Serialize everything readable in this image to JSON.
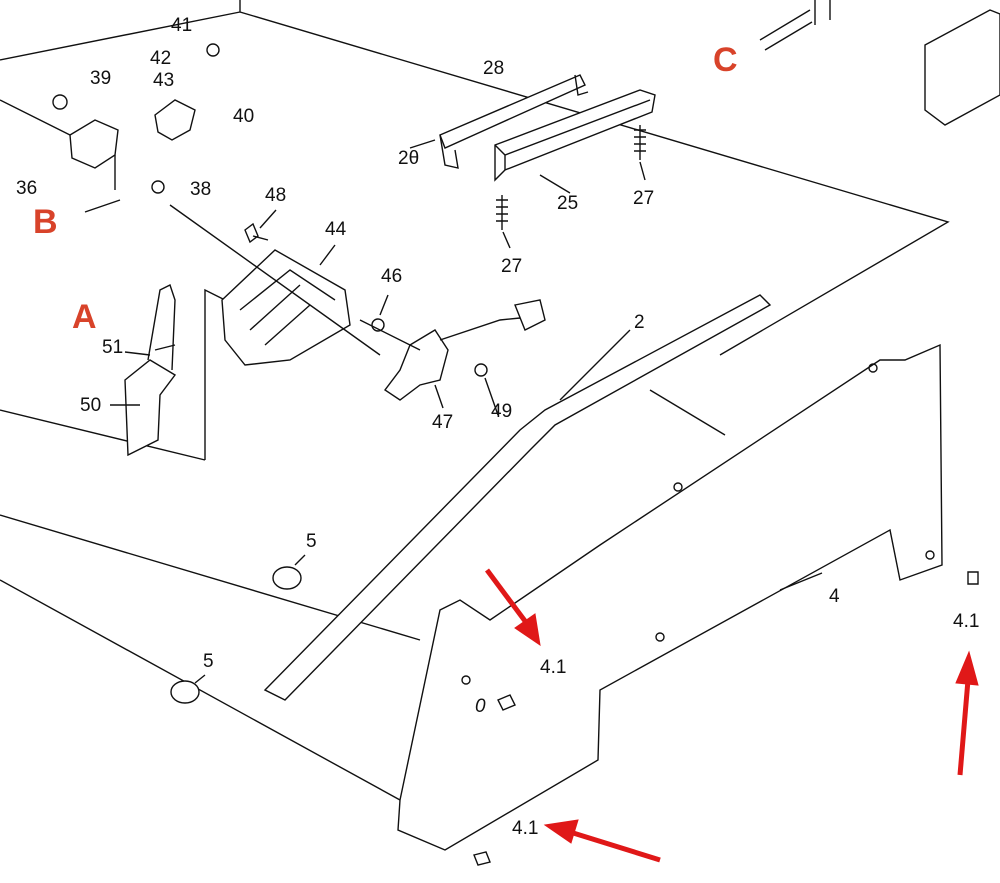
{
  "labels": {
    "p41": "41",
    "p42": "42",
    "p43": "43",
    "p39": "39",
    "p40": "40",
    "p36": "36",
    "p38": "38",
    "p48": "48",
    "p44": "44",
    "p46": "46",
    "p51": "51",
    "p50": "50",
    "p47": "47",
    "p49": "49",
    "p28": "28",
    "p20": "2θ",
    "p25": "25",
    "p27a": "27",
    "p27b": "27",
    "p2": "2",
    "p5a": "5",
    "p5b": "5",
    "p4": "4",
    "p41a": "4.1",
    "p41b": "4.1",
    "p41c": "4.1",
    "p0": "0"
  },
  "callouts": {
    "a": "A",
    "b": "B",
    "c": "C"
  },
  "colors": {
    "callout": "#d8432a",
    "arrow": "#e01818",
    "line": "#111111"
  }
}
